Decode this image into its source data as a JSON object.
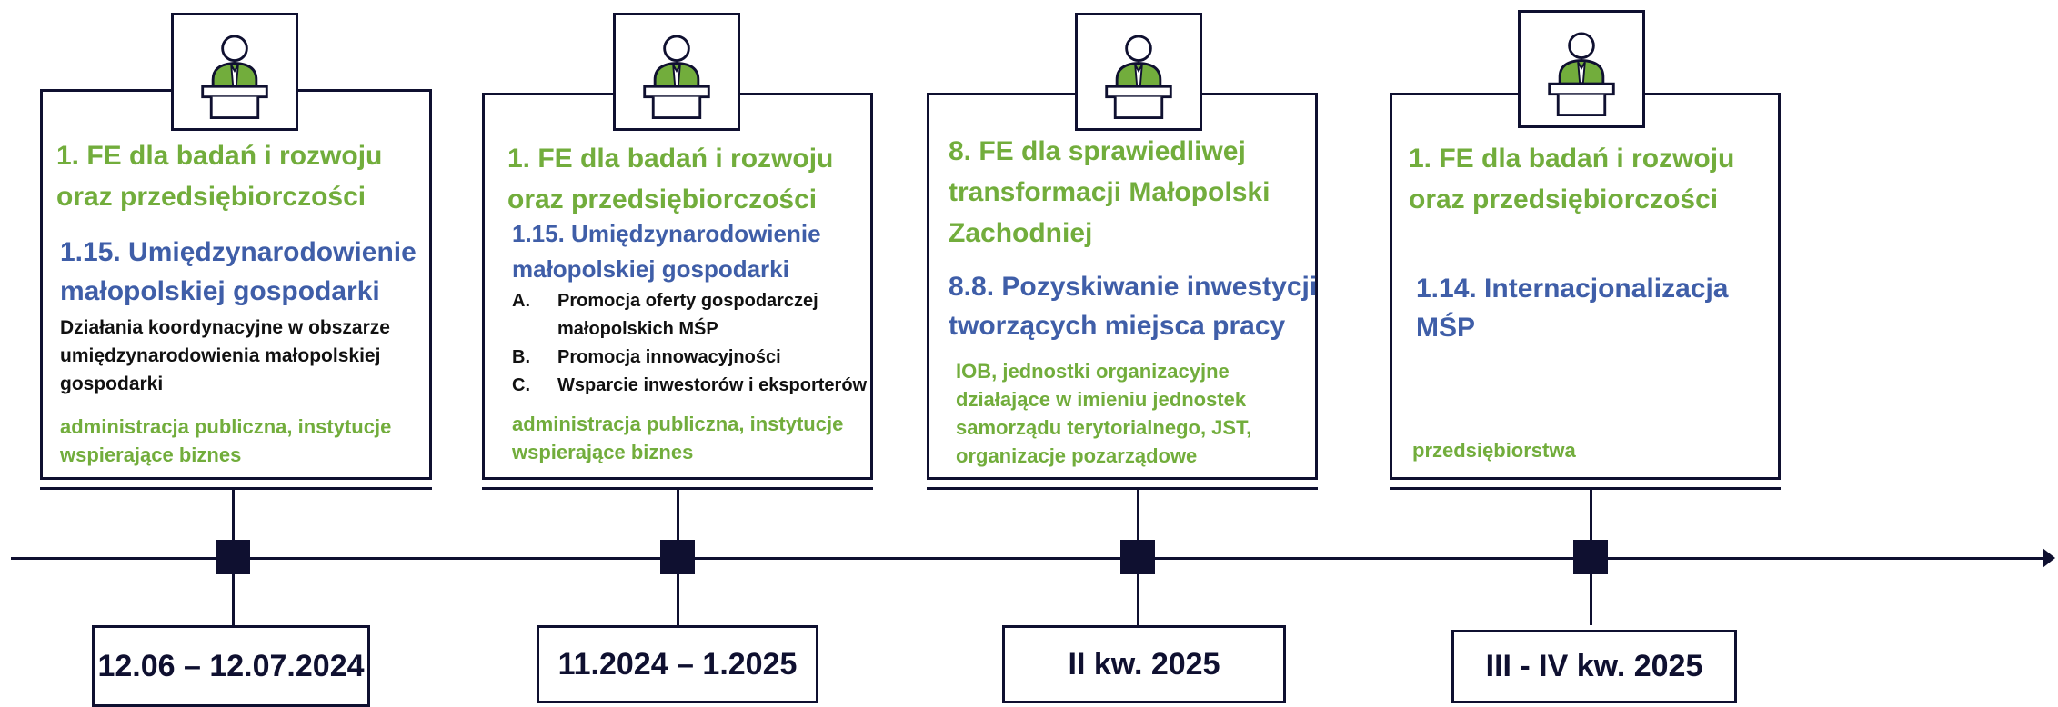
{
  "colors": {
    "green": "#72ad3c",
    "blue": "#3f5ea8",
    "dark": "#0f1030"
  },
  "icon": "speaker-at-podium-icon",
  "cards": [
    {
      "priority": "1. FE dla badań i rozwoju\noraz przedsiębiorczości",
      "action": "1.15. Umiędzynarodowienie\nmałopolskiej gospodarki",
      "description": "Działania koordynacyjne w obszarze\numiędzynarodowienia małopolskiej\ngospodarki",
      "audience": "administracja publiczna, instytucje\nwspierające biznes",
      "date": "12.06 – 12.07.2024"
    },
    {
      "priority": "1. FE dla badań i rozwoju\noraz przedsiębiorczości",
      "action": "1.15. Umiędzynarodowienie\nmałopolskiej gospodarki",
      "list": [
        {
          "letter": "A.",
          "text": "Promocja oferty gospodarczej\nmałopolskich MŚP"
        },
        {
          "letter": "B.",
          "text": "Promocja innowacyjności"
        },
        {
          "letter": "C.",
          "text": "Wsparcie inwestorów i eksporterów"
        }
      ],
      "audience": "administracja publiczna, instytucje\nwspierające biznes",
      "date": "11.2024 – 1.2025"
    },
    {
      "priority": "8. FE dla sprawiedliwej\ntransformacji Małopolski\nZachodniej",
      "action": "8.8. Pozyskiwanie inwestycji\ntworzących miejsca pracy",
      "audience": "IOB, jednostki organizacyjne\ndziałające w imieniu jednostek\nsamorządu terytorialnego, JST,\norganizacje pozarządowe",
      "date": "II kw. 2025"
    },
    {
      "priority": "1. FE dla badań i rozwoju\noraz przedsiębiorczości",
      "action": "1.14. Internacjonalizacja\nMŚP",
      "audience": "przedsiębiorstwa",
      "date": "III - IV kw. 2025"
    }
  ]
}
